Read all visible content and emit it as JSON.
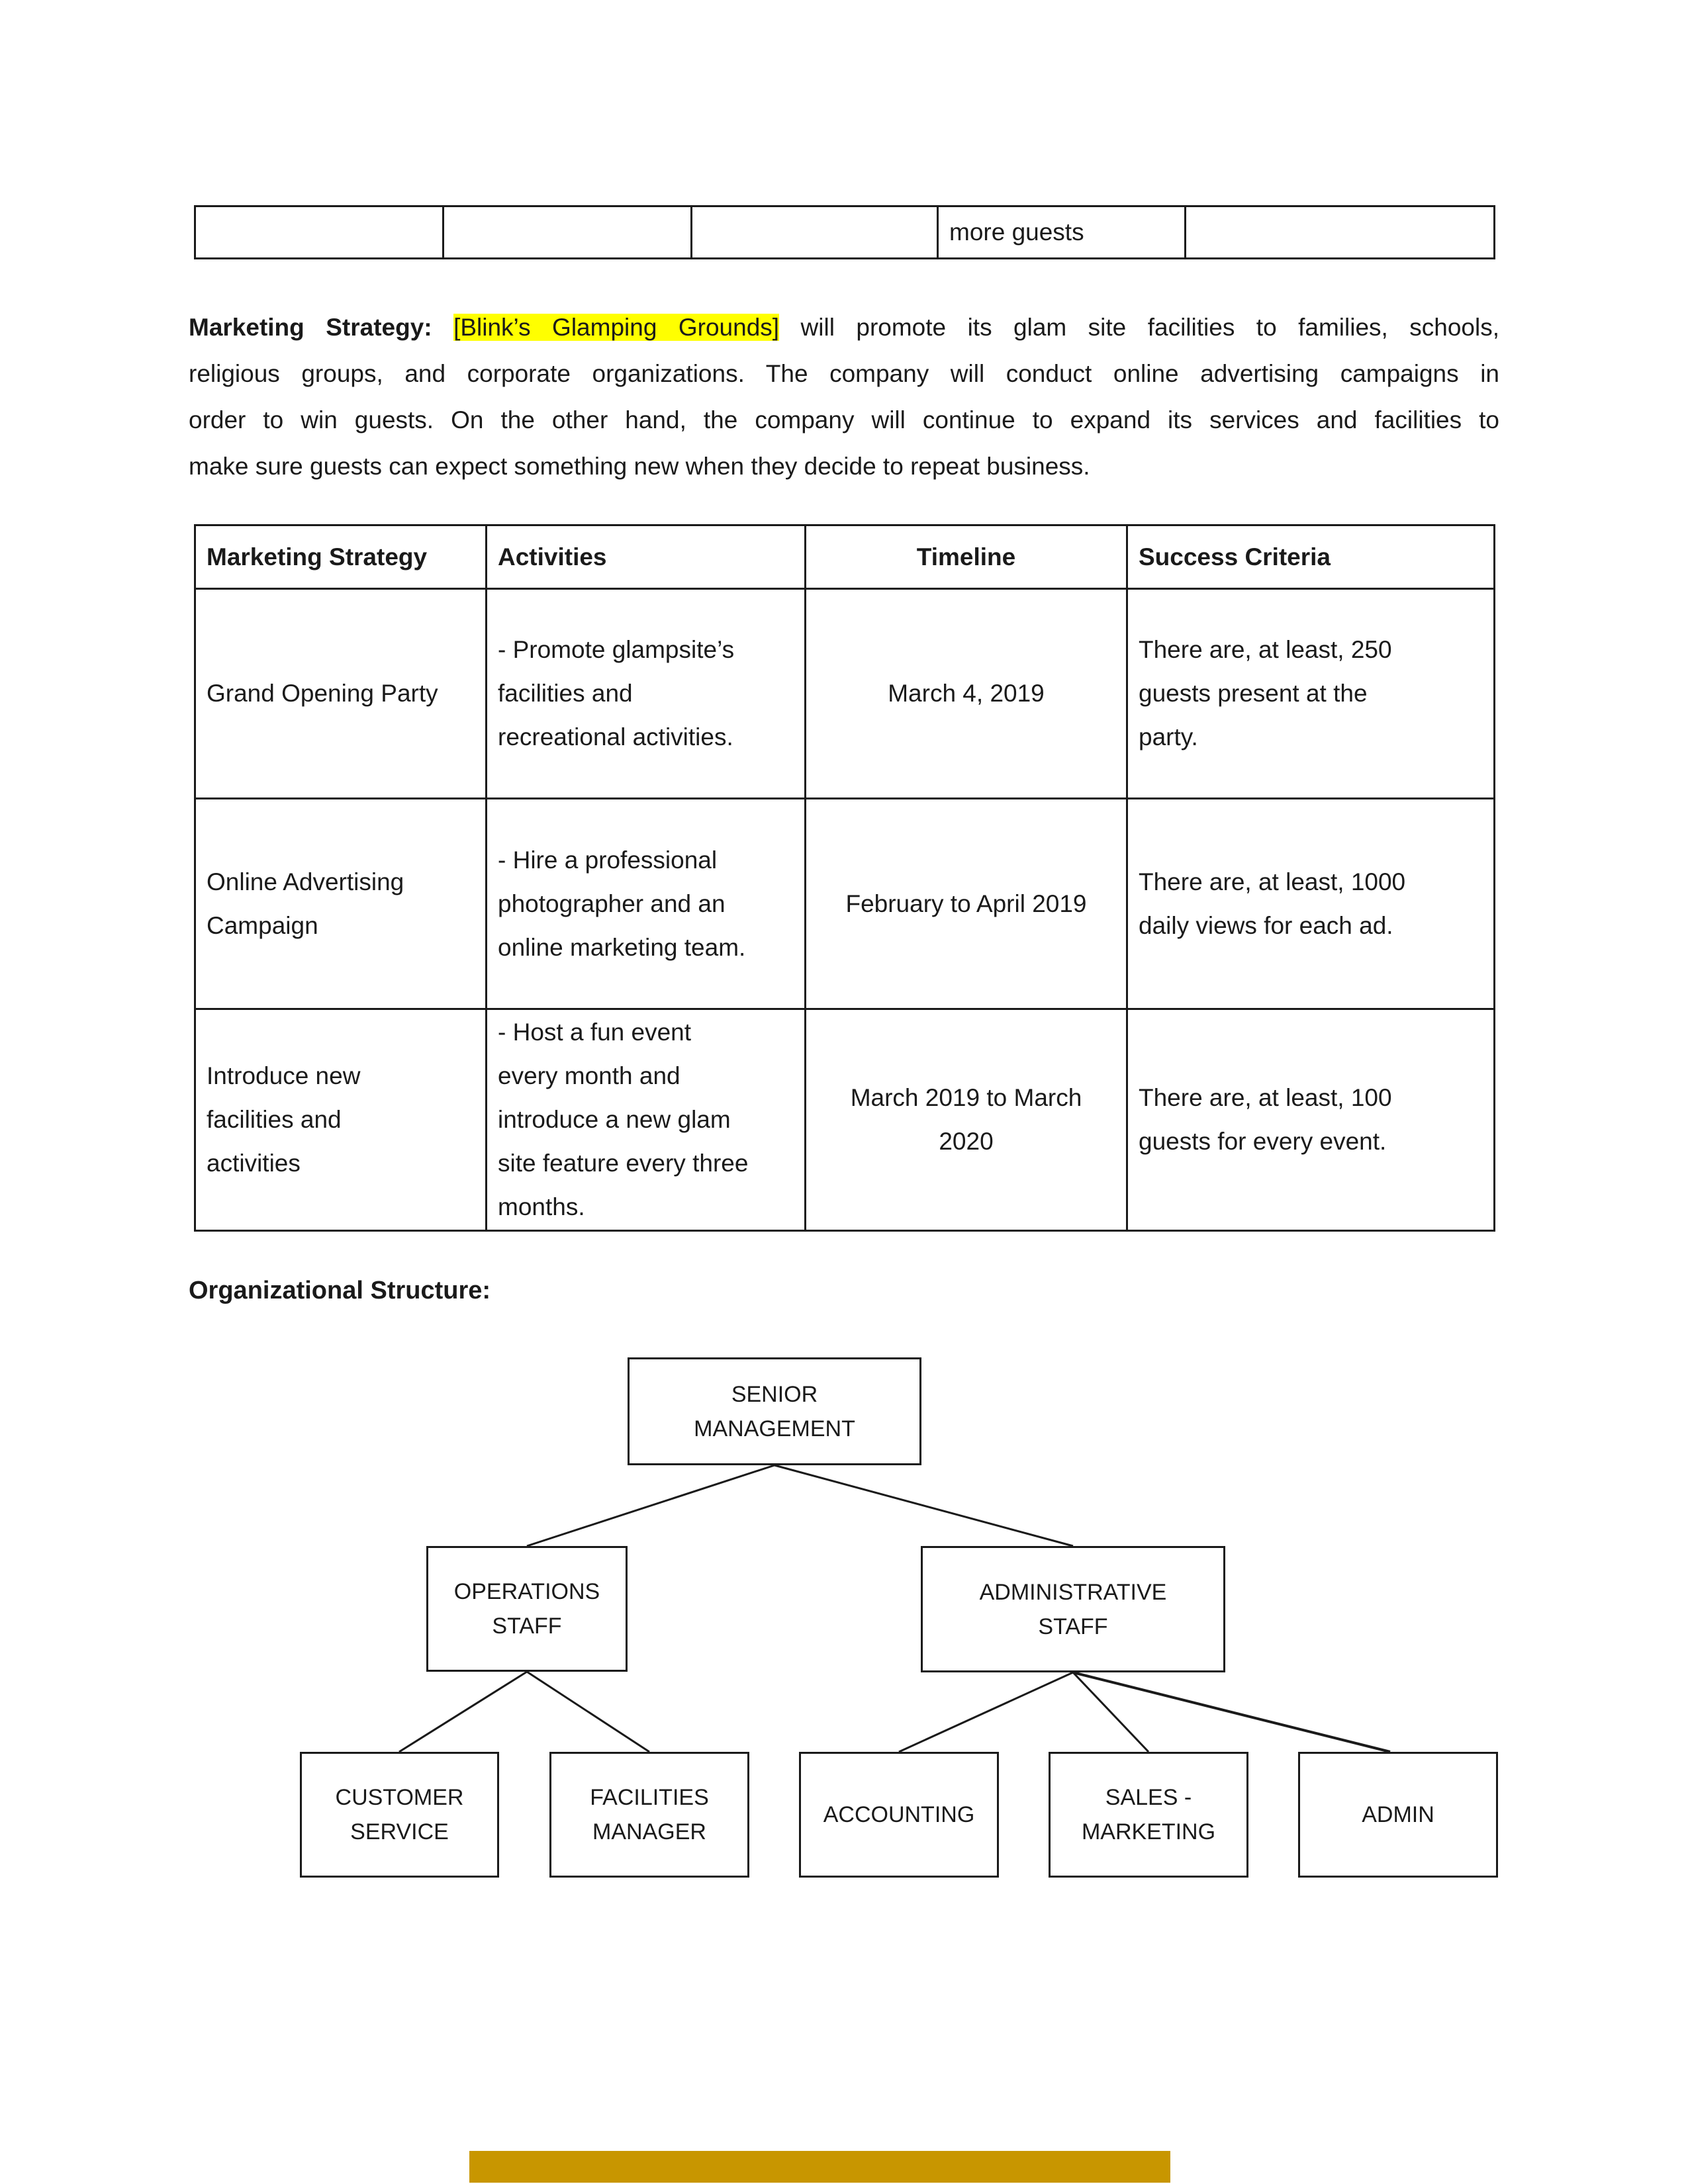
{
  "top_table": {
    "cells": [
      "",
      "",
      "",
      "more guests",
      ""
    ]
  },
  "paragraph": {
    "label": "Marketing Strategy:",
    "highlight": "[Blink’s Glamping Grounds]",
    "line1_rest": "will promote its glam site facilities to families, schools,",
    "line2": "religious groups, and corporate organizations. The company will conduct online advertising campaigns in",
    "line3": "order to win guests. On the other hand, the company will continue to expand its services and facilities to",
    "line4": "make sure guests can expect something new when they decide to repeat business."
  },
  "strategy_table": {
    "headers": [
      "Marketing Strategy",
      "Activities",
      "Timeline",
      "Success Criteria"
    ],
    "rows": [
      {
        "strategy": "Grand Opening Party",
        "activities": "- Promote glampsite’s\nfacilities and\nrecreational activities.",
        "timeline": "March 4, 2019",
        "criteria": "There are, at least, 250\nguests present at the\nparty."
      },
      {
        "strategy": "Online Advertising\nCampaign",
        "activities": "- Hire a professional\nphotographer and an\nonline marketing team.",
        "timeline": "February to April 2019",
        "criteria": "There are, at least, 1000\ndaily views for each ad."
      },
      {
        "strategy": "Introduce new\nfacilities and\nactivities",
        "activities": "- Host a fun event\nevery month and\nintroduce a new glam\nsite feature every three\nmonths.",
        "timeline": "March 2019 to March\n2020",
        "criteria": "There are, at least, 100\nguests for every event."
      }
    ]
  },
  "org_heading": "Organizational Structure:",
  "org_chart": {
    "senior": "SENIOR\nMANAGEMENT",
    "operations": "OPERATIONS\nSTAFF",
    "administrative": "ADMINISTRATIVE\nSTAFF",
    "customer_service": "CUSTOMER\nSERVICE",
    "facilities_manager": "FACILITIES\nMANAGER",
    "accounting": "ACCOUNTING",
    "sales_marketing": "SALES -\nMARKETING",
    "admin": "ADMIN"
  },
  "footer": {
    "color": "#C89600"
  }
}
